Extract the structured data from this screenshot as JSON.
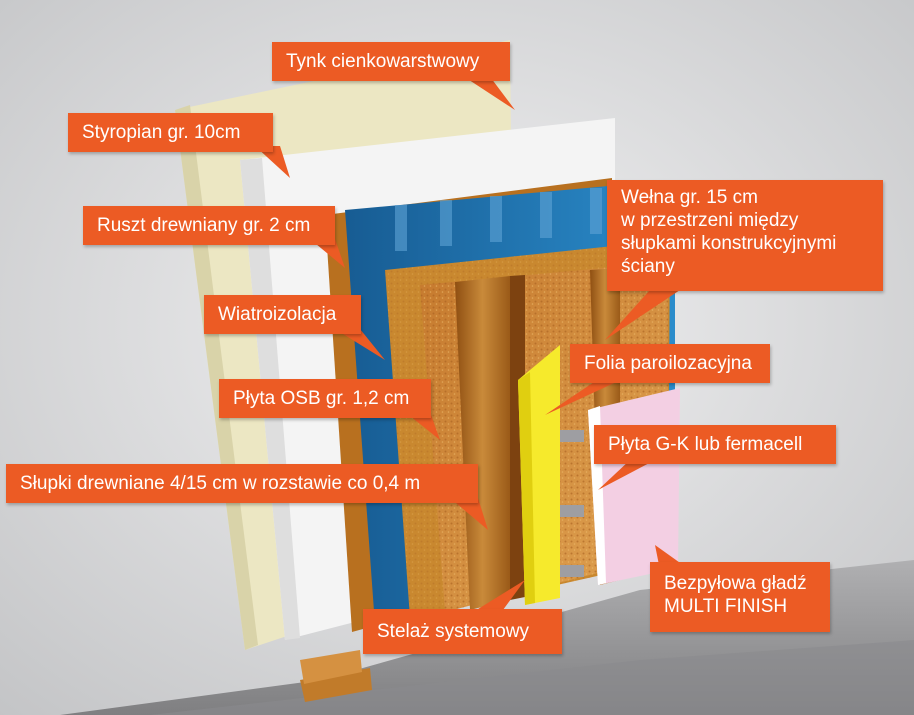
{
  "colors": {
    "background": "#cfd0d2",
    "callout": "#ec5b24",
    "callout_text": "#ffffff",
    "plaster": "#ece7c3",
    "styrofoam": "#f4f4f4",
    "wind_barrier": "#1f78b9",
    "wool": "#d08a3a",
    "wood": "#b8701f",
    "vapor_foil": "#f6ea2c",
    "plasterboard": "#f3cfe3",
    "concrete": "#9d9d9f"
  },
  "labels": {
    "tynk": "Tynk cienkowarstwowy",
    "styropian": "Styropian gr. 10cm",
    "ruszt": "Ruszt drewniany gr. 2 cm",
    "welna": [
      "Wełna gr. 15 cm",
      "w przestrzeni między",
      "słupkami konstrukcyjnymi",
      "ściany"
    ],
    "wiatroizolacja": "Wiatroizolacja",
    "folia": "Folia paroilozacyjna",
    "osb": "Płyta OSB gr. 1,2 cm",
    "gk": "Płyta G-K lub fermacell",
    "slupki": "Słupki drewniane 4/15 cm w rozstawie co 0,4 m",
    "gladz": [
      "Bezpyłowa gładź",
      "MULTI FINISH"
    ],
    "stelaz": "Stelaż systemowy"
  }
}
